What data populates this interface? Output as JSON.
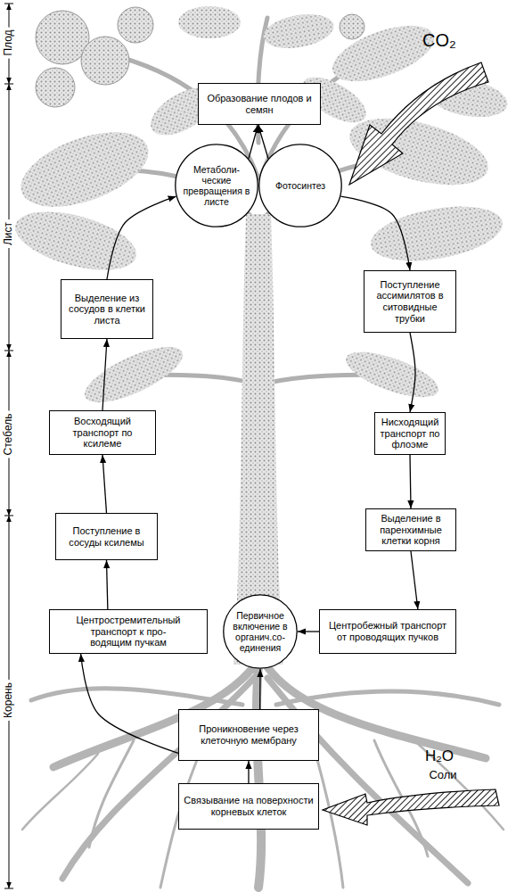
{
  "diagram": {
    "nodes": [
      {
        "text": [
          "Образование плодов и семян"
        ]
      },
      {
        "text": [
          "Метаболи- ческие превращения в листе"
        ]
      },
      {
        "text": [
          "Фотосинтез"
        ]
      },
      {
        "text": [
          "Поступление ассимилятов в ситовидные трубки"
        ]
      },
      {
        "text": [
          "Нисходящий транспорт по флоэме"
        ]
      },
      {
        "text": [
          "Выделение в паренхимные клетки корня"
        ]
      },
      {
        "text": [
          "Центробежный транспорт от проводящих пучков"
        ]
      },
      {
        "text": [
          "Первичное включение в органич.со- единения"
        ]
      },
      {
        "text": [
          "Проникновение через клеточную мембрану"
        ]
      },
      {
        "text": [
          "Связывание на поверхности корневых клеток"
        ]
      },
      {
        "text": [
          "Центростремительный транспорт к про- водящим пучкам"
        ]
      },
      {
        "text": [
          "Поступление в сосуды ксилемы"
        ]
      },
      {
        "text": [
          "Восходящий транспорт по ксилеме"
        ]
      },
      {
        "text": [
          "Выделение из сосудов в клетки листа"
        ]
      }
    ],
    "edges": [
      {
        "from": 1,
        "to": 0,
        "arrow": "to"
      },
      {
        "from": 2,
        "to": 0,
        "arrow": "to"
      },
      {
        "from": 2,
        "to": 3,
        "arrow": "to"
      },
      {
        "from": 3,
        "to": 4,
        "arrow": "to"
      },
      {
        "from": 4,
        "to": 5,
        "arrow": "to"
      },
      {
        "from": 5,
        "to": 6,
        "arrow": "to"
      },
      {
        "from": 6,
        "to": 7,
        "arrow": "to"
      },
      {
        "from": 9,
        "to": 8,
        "arrow": "to"
      },
      {
        "from": 8,
        "to": 7,
        "arrow": "to"
      },
      {
        "from": 8,
        "to": 10,
        "arrow": "to"
      },
      {
        "from": 10,
        "to": 11,
        "arrow": "to"
      },
      {
        "from": 11,
        "to": 12,
        "arrow": "to"
      },
      {
        "from": 12,
        "to": 13,
        "arrow": "to"
      },
      {
        "from": 13,
        "to": 1,
        "arrow": "to"
      }
    ],
    "labels": [
      "Плод",
      "CO₂",
      "Лист",
      "Стебель",
      "Корень",
      "H₂O",
      "Соли"
    ]
  }
}
